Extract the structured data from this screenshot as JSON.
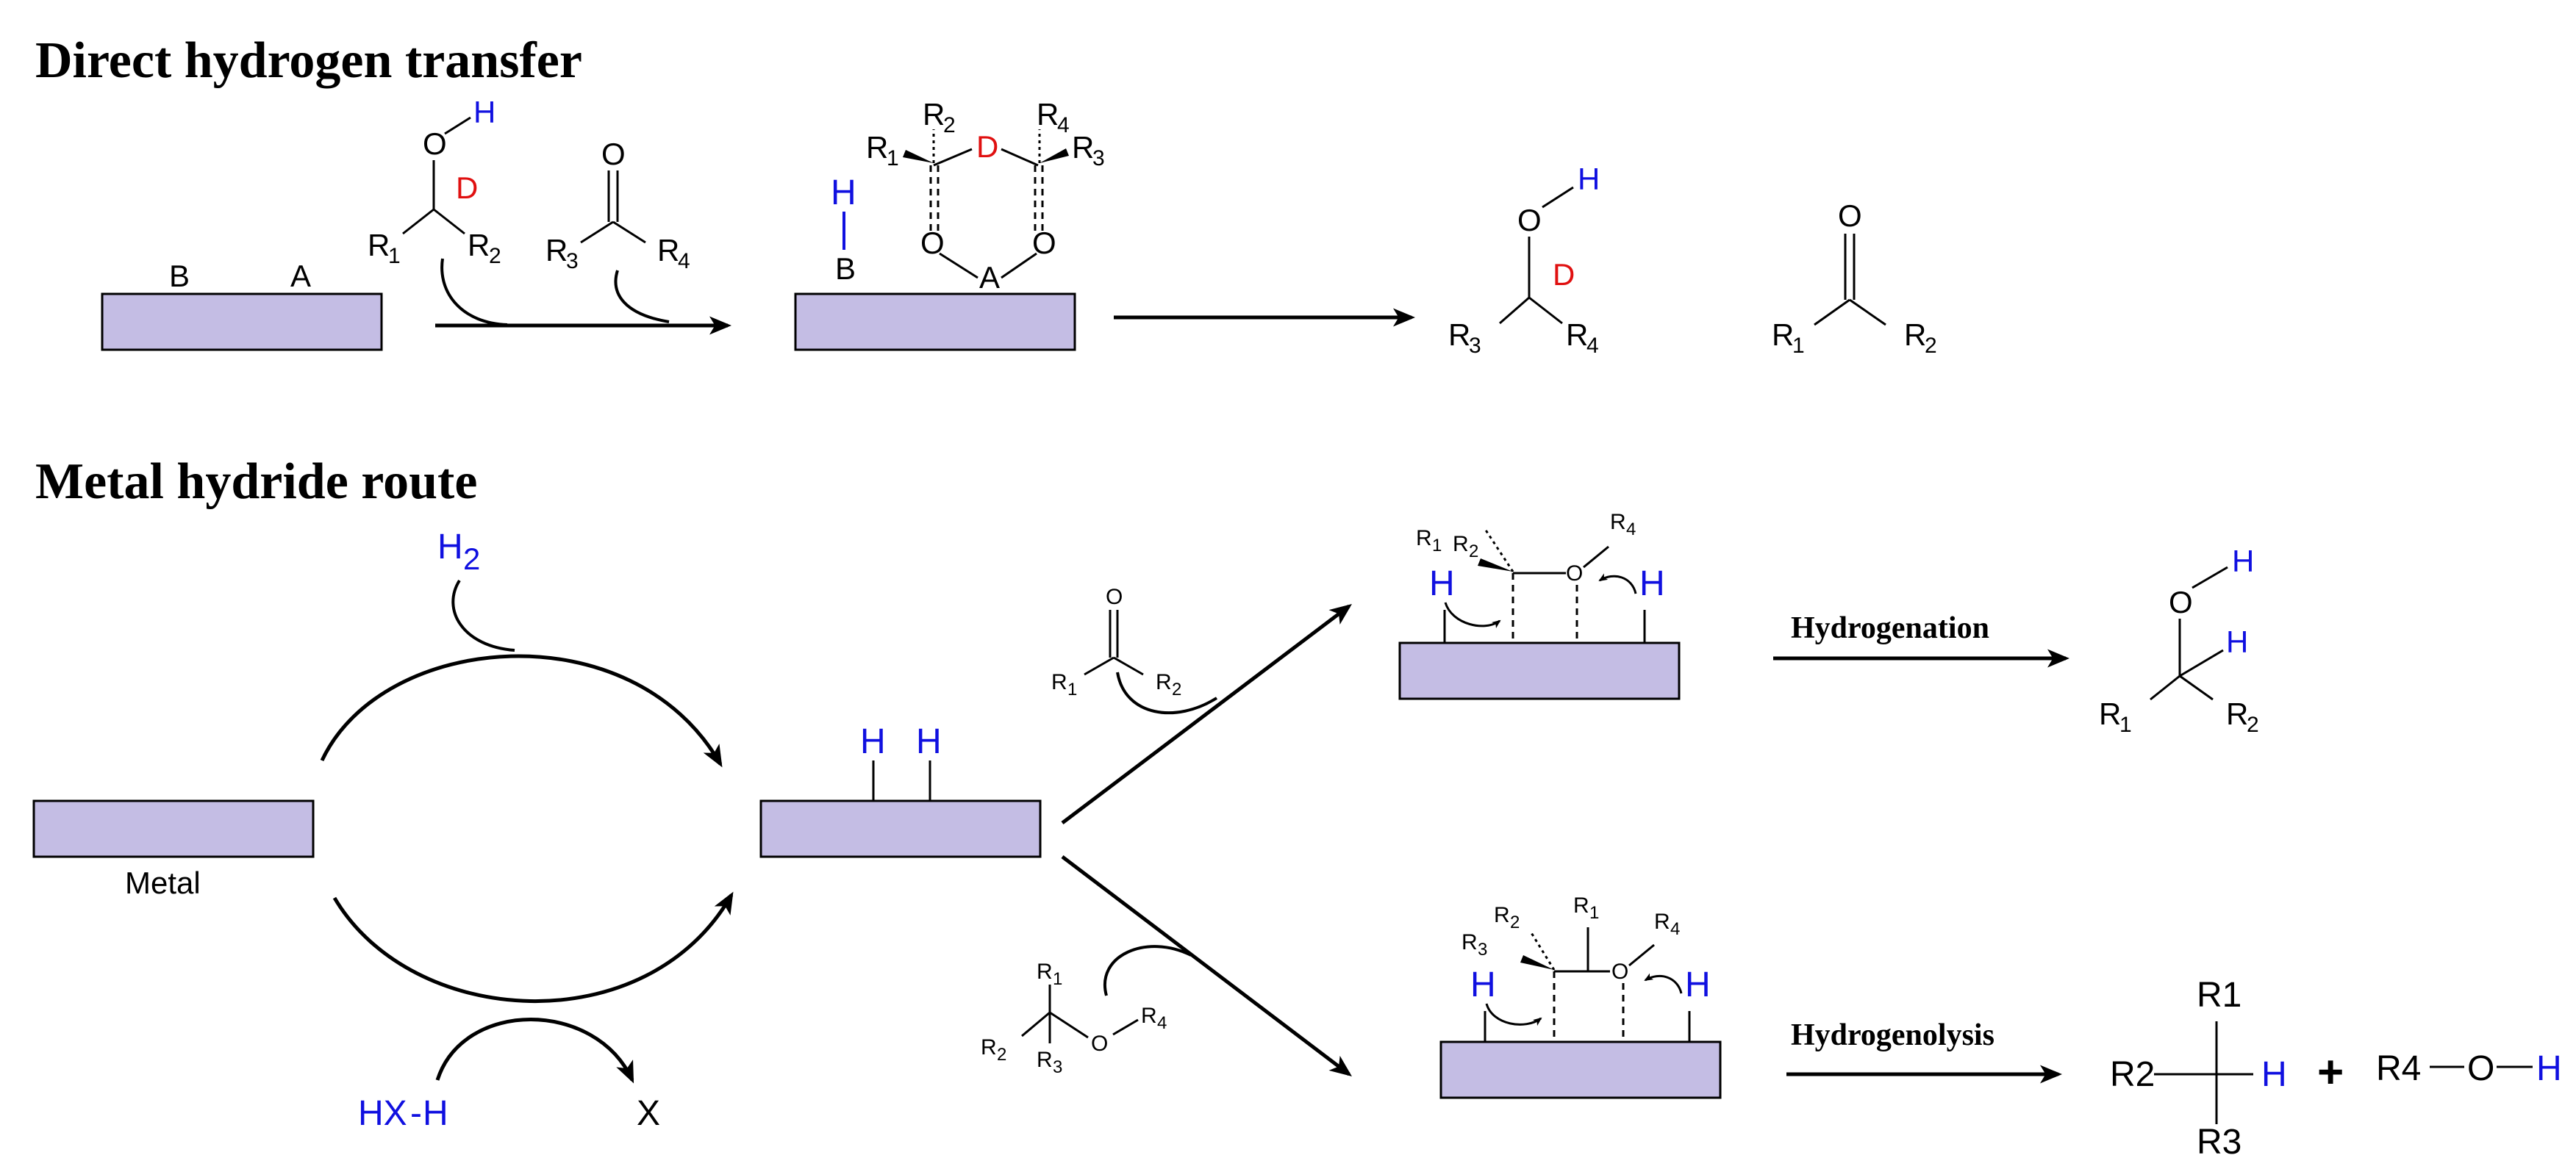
{
  "sections": {
    "direct": {
      "title": "Direct hydrogen transfer"
    },
    "hydride": {
      "title": "Metal hydride route"
    }
  },
  "labels": {
    "B": "B",
    "A": "A",
    "O": "O",
    "H": "H",
    "D": "D",
    "R": "R",
    "n1": "1",
    "n2": "2",
    "n3": "3",
    "n4": "4",
    "R1": "R1",
    "R2": "R2",
    "R3": "R3",
    "R4": "R4",
    "H2_H": "H",
    "H2_sub": "2",
    "metal": "Metal",
    "hxh_a": "HX",
    "hxh_dash": "-",
    "hxh_b": "H",
    "X": "X",
    "plus": "+",
    "bond": "—"
  },
  "steps": {
    "hydrogenation": "Hydrogenation",
    "hydrogenolysis": "Hydrogenolysis"
  },
  "colors": {
    "surface": "#c4bde4",
    "hydrogen": "#1010e0",
    "deuterium": "#e01010"
  }
}
